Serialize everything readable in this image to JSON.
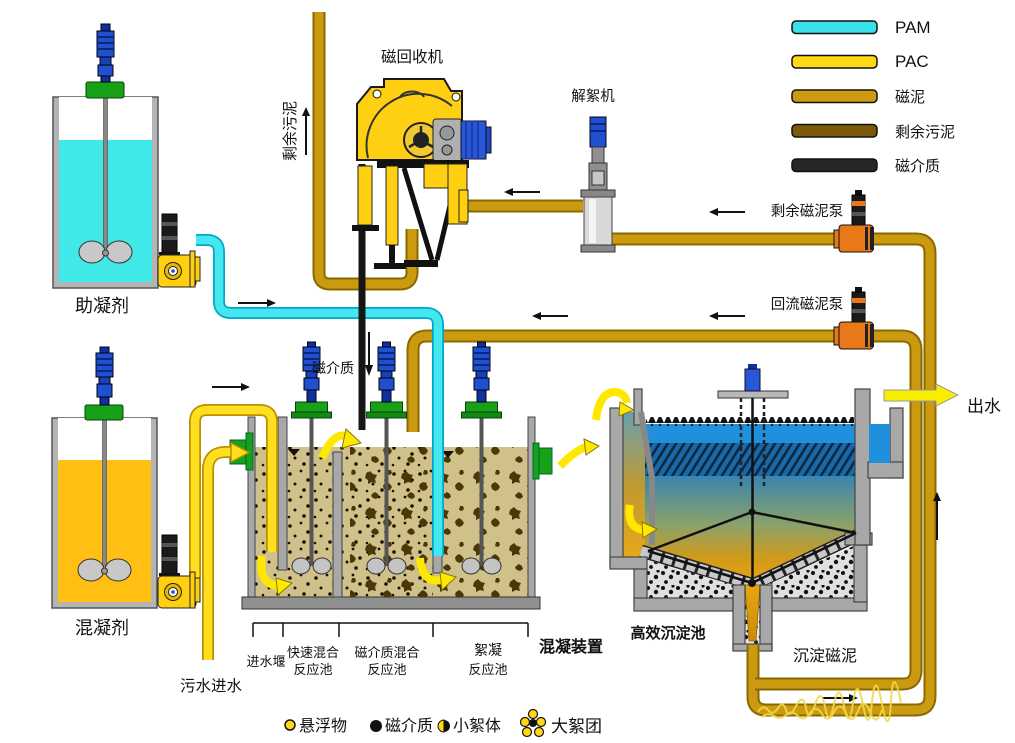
{
  "legend": {
    "items": [
      {
        "label": "PAM",
        "color": "#3ae0ea"
      },
      {
        "label": "PAC",
        "color": "#ffd712"
      },
      {
        "label": "磁泥",
        "color": "#cc9a10"
      },
      {
        "label": "剩余污泥",
        "color": "#7a5a08"
      },
      {
        "label": "磁介质",
        "color": "#262626"
      }
    ]
  },
  "labels": {
    "machine": "磁回收机",
    "deflocculator": "解絮机",
    "surplus_sludge": "剩余污泥",
    "media_feed": "磁介质",
    "coagulant_aid": "助凝剂",
    "coagulant": "混凝剂",
    "sewage_inlet": "污水进水",
    "surplus_pump": "剩余磁泥泵",
    "return_pump": "回流磁泥泵",
    "outlet": "出水",
    "clarifier": "高效沉淀池",
    "settled_sludge": "沉淀磁泥",
    "mixing_unit": "混凝装置",
    "inlet_weir": "进水堰",
    "rapid_mix_l1": "快速混合",
    "rapid_mix_l2": "反应池",
    "media_mix_l1": "磁介质混合",
    "media_mix_l2": "反应池",
    "floc_l1": "絮凝",
    "floc_l2": "反应池"
  },
  "bottom_legend": {
    "items": [
      {
        "label": "悬浮物",
        "symbol": "yellow-dot"
      },
      {
        "label": "磁介质",
        "symbol": "black-dot"
      },
      {
        "label": "小絮体",
        "symbol": "half-dot"
      },
      {
        "label": "大絮团",
        "symbol": "floc-cluster"
      }
    ]
  },
  "colors": {
    "pam_pipe": "#3ae0ea",
    "pac_pipe": "#ffdf20",
    "sludge_pipe": "#cc9a10",
    "media_pipe": "#161616",
    "tank_liquid_cyan": "#40e8e8",
    "tank_liquid_yellow": "#ffc013",
    "basin_sand": "#cfc189",
    "clarifier_blue": "#2090dc",
    "pump_orange": "#e87818",
    "mount_green": "#18a018",
    "motor_blue": "#2050d0"
  }
}
